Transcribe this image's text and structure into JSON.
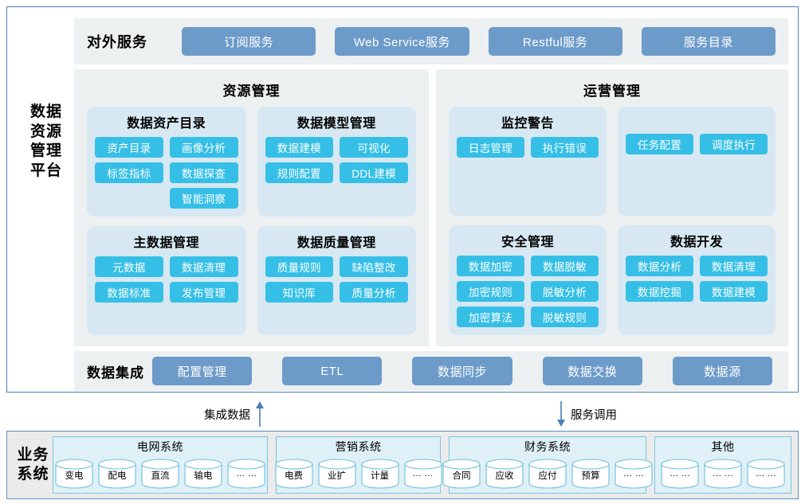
{
  "platform": {
    "label": "数据\n资源\n管理\n平台",
    "label_lines": [
      "数据",
      "资源",
      "管理",
      "平台"
    ]
  },
  "external_services": {
    "title": "对外服务",
    "buttons": [
      "订阅服务",
      "Web Service服务",
      "Restful服务",
      "服务目录"
    ]
  },
  "panels": [
    {
      "title": "资源管理",
      "cards": [
        {
          "title": "数据资产目录",
          "chips": [
            "资产目录",
            "画像分析",
            "标签指标",
            "数据探查",
            "智能洞察"
          ],
          "offset_last": true
        },
        {
          "title": "数据模型管理",
          "chips": [
            "数据建模",
            "可视化",
            "规则配置",
            "DDL建模"
          ],
          "offset_last": false
        },
        {
          "title": "主数据管理",
          "chips": [
            "元数据",
            "数据清理",
            "数据标准",
            "发布管理"
          ],
          "offset_last": false
        },
        {
          "title": "数据质量管理",
          "chips": [
            "质量规则",
            "缺陷整改",
            "知识库",
            "质量分析"
          ],
          "offset_last": false
        }
      ]
    },
    {
      "title": "运营管理",
      "cards": [
        {
          "title": "监控警告",
          "chips": [
            "日志管理",
            "执行错误"
          ],
          "offset_last": false
        },
        {
          "title": "",
          "chips": [
            "任务配置",
            "调度执行"
          ],
          "offset_last": false
        },
        {
          "title": "安全管理",
          "chips": [
            "数据加密",
            "数据脱敏",
            "加密规则",
            "脱敏分析",
            "加密算法",
            "脱敏规则"
          ],
          "offset_last": false
        },
        {
          "title": "数据开发",
          "chips": [
            "数据分析",
            "数据清理",
            "数据挖掘",
            "数据建模"
          ],
          "offset_last": false
        }
      ]
    }
  ],
  "integration": {
    "title": "数据集成",
    "buttons": [
      "配置管理",
      "ETL",
      "数据同步",
      "数据交换",
      "数据源"
    ]
  },
  "flows": [
    {
      "label": "集成数据",
      "direction": "up",
      "icon": "arrow-up-icon"
    },
    {
      "label": "服务调用",
      "direction": "down",
      "icon": "arrow-down-icon"
    }
  ],
  "business_systems": {
    "label_lines": [
      "业务",
      "系统"
    ],
    "groups": [
      {
        "title": "电网系统",
        "databases": [
          "变电",
          "配电",
          "直流",
          "输电",
          "… …"
        ]
      },
      {
        "title": "营销系统",
        "databases": [
          "电费",
          "业扩",
          "计量",
          "… …"
        ]
      },
      {
        "title": "财务系统",
        "databases": [
          "合同",
          "应收",
          "应付",
          "预算",
          "… …"
        ]
      },
      {
        "title": "其他",
        "databases": [
          "… …",
          "… …",
          "… …"
        ]
      }
    ]
  },
  "colors": {
    "frame_border": "#4a7fb5",
    "panel_bg": "#edf0f1",
    "card_bg": "#d7e8f2",
    "chip_bg": "#36bfe6",
    "service_btn_bg": "#6d9bc9",
    "biz_frame_bg": "#ebebeb",
    "biz_group_bg": "#dff0f7",
    "biz_group_border": "#79c6e0",
    "arrow": "#4a7fb5"
  }
}
